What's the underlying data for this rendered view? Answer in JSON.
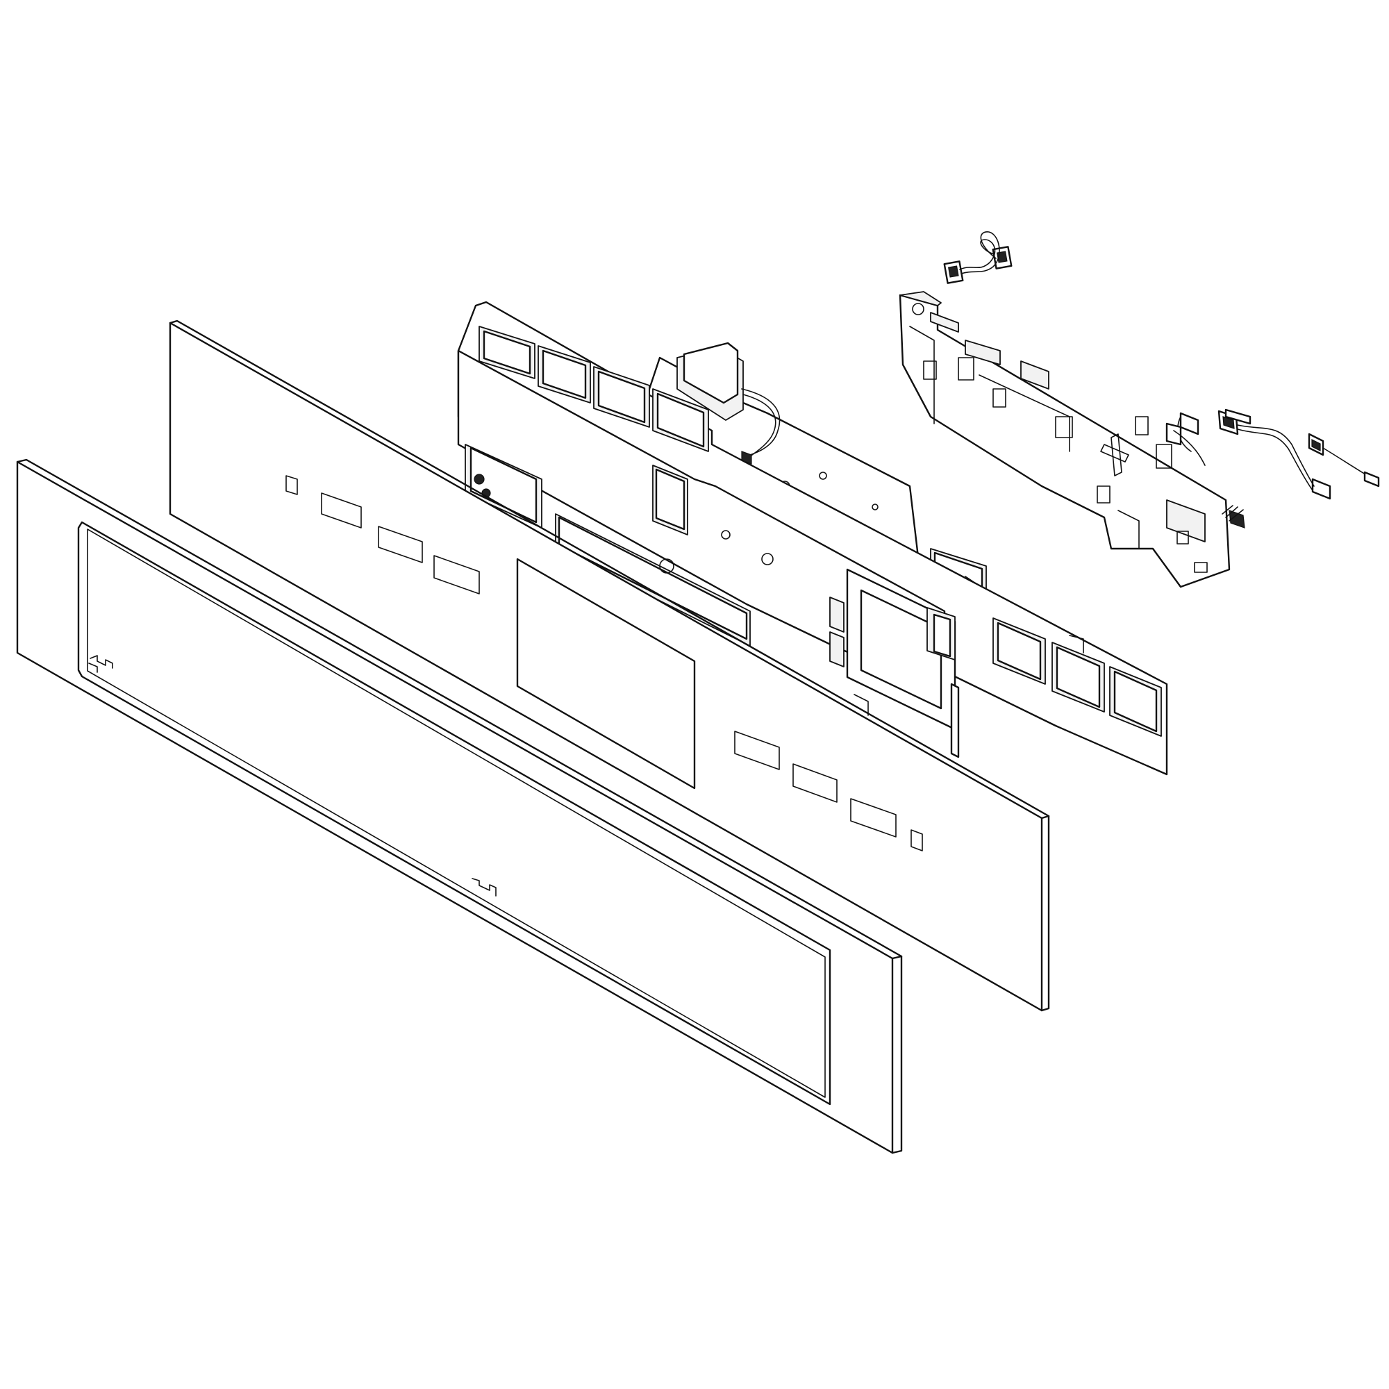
{
  "diagram": {
    "kind": "exploded-view",
    "colors": {
      "line": "#111111",
      "background": "#ffffff",
      "shade": "#f2f2f2"
    },
    "parts": [
      {
        "id": "front-glass-panel",
        "icon": "glass-panel"
      },
      {
        "id": "touch-membrane-overlay",
        "icon": "membrane-overlay"
      },
      {
        "id": "keypad-housing-frame",
        "icon": "keypad-frame"
      },
      {
        "id": "control-circuit-board",
        "icon": "circuit-board"
      },
      {
        "id": "mounting-bracket",
        "icon": "bracket"
      },
      {
        "id": "wire-harness-upper",
        "icon": "wire-harness"
      },
      {
        "id": "wire-harness-right",
        "icon": "wire-harness"
      },
      {
        "id": "ribbon-cable-connector",
        "icon": "connector"
      }
    ]
  }
}
